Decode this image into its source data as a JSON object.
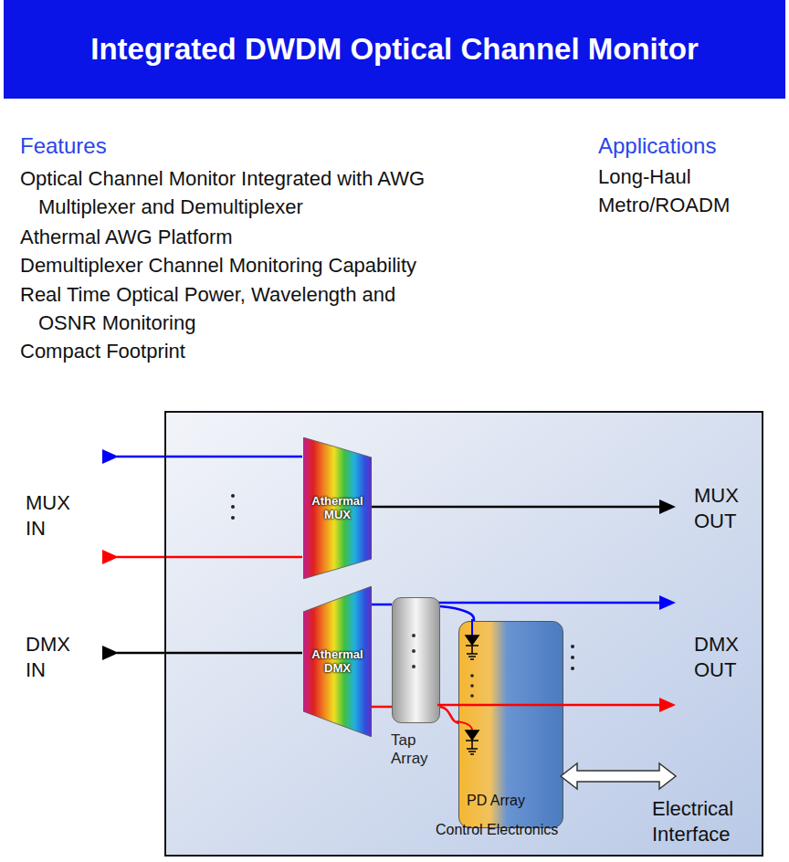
{
  "diagram": {
    "title": "Integrated DWDM Optical Channel Monitor",
    "nodes": [
      {
        "text": [
          "Control Electronics"
        ]
      },
      {
        "text": [
          "Athermal MUX"
        ],
        "in": 0
      },
      {
        "text": [
          "Athermal DMX"
        ],
        "in": 0
      },
      {
        "text": [
          "Tap Array"
        ],
        "in": 0
      },
      {
        "text": [
          "PD Array"
        ],
        "in": 0
      }
    ],
    "edges": [
      {
        "from": 2,
        "to": 3,
        "arrow": "none"
      },
      {
        "from": 2,
        "to": 3,
        "arrow": "none"
      },
      {
        "from": 3,
        "to": 4,
        "arrow": "none"
      },
      {
        "from": 3,
        "to": 4,
        "arrow": "none"
      }
    ],
    "labels": [
      "Features",
      "Optical Channel Monitor Integrated with AWG Multiplexer and Demultiplexer",
      "Athermal AWG Platform",
      "Demultiplexer Channel Monitoring Capability",
      "Real Time Optical Power, Wavelength and OSNR Monitoring",
      "Compact Footprint",
      "Applications",
      "Long-Haul",
      "Metro/ROADM",
      "MUX IN",
      "MUX OUT",
      "DMX IN",
      "DMX OUT",
      "Electrical Interface"
    ]
  }
}
